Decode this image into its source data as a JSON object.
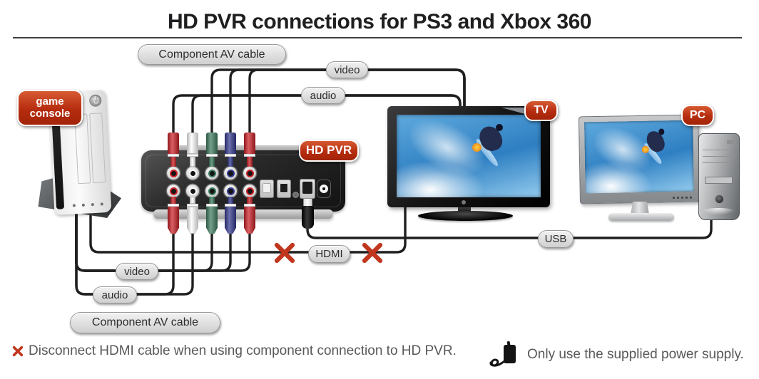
{
  "title": "HD PVR connections for PS3 and Xbox 360",
  "device_labels": {
    "game_console": "game console",
    "hd_pvr": "HD PVR",
    "tv": "TV",
    "pc": "PC"
  },
  "cable_labels": {
    "component_av_top": "Component AV cable",
    "component_av_bottom": "Component AV cable",
    "video_to_tv": "video",
    "audio_to_tv": "audio",
    "video_to_console": "video",
    "audio_to_console": "audio",
    "hdmi": "HDMI",
    "usb": "USB"
  },
  "footnotes": {
    "hdmi_warning": "Disconnect HDMI cable when using component connection to HD PVR.",
    "power_warning": "Only use the supplied power supply."
  },
  "colors": {
    "label_red": "#b62c0f",
    "pill_gray": "#d9d9d9",
    "cable_black": "#1f1f1f",
    "warning_x_red": "#c0371e",
    "rca_red": "#cb2127",
    "rca_white": "#ffffff",
    "rca_green": "#3f7d60",
    "rca_blue": "#333a8f",
    "footnote_text": "#58595b"
  }
}
